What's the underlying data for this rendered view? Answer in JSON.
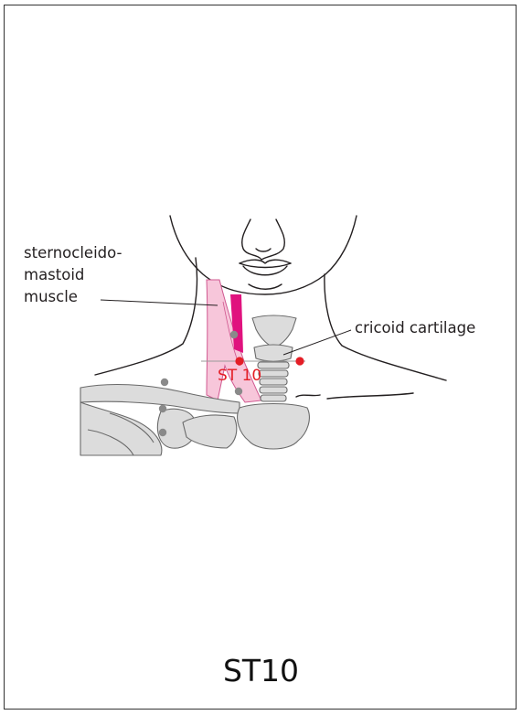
{
  "labels": {
    "muscle_line1": "sternocleido-",
    "muscle_line2": "mastoid",
    "muscle_line3": "muscle",
    "cartilage": "cricoid cartilage",
    "point": "ST 10"
  },
  "caption": "ST10",
  "colors": {
    "outline": "#231f20",
    "bone": "#dcdcdc",
    "bone_edge": "#6a6a6a",
    "muscle_light": "#f7c6da",
    "muscle_dark": "#e0127e",
    "acupoint": "#e41e26",
    "reference_point": "#8a8a8a"
  }
}
